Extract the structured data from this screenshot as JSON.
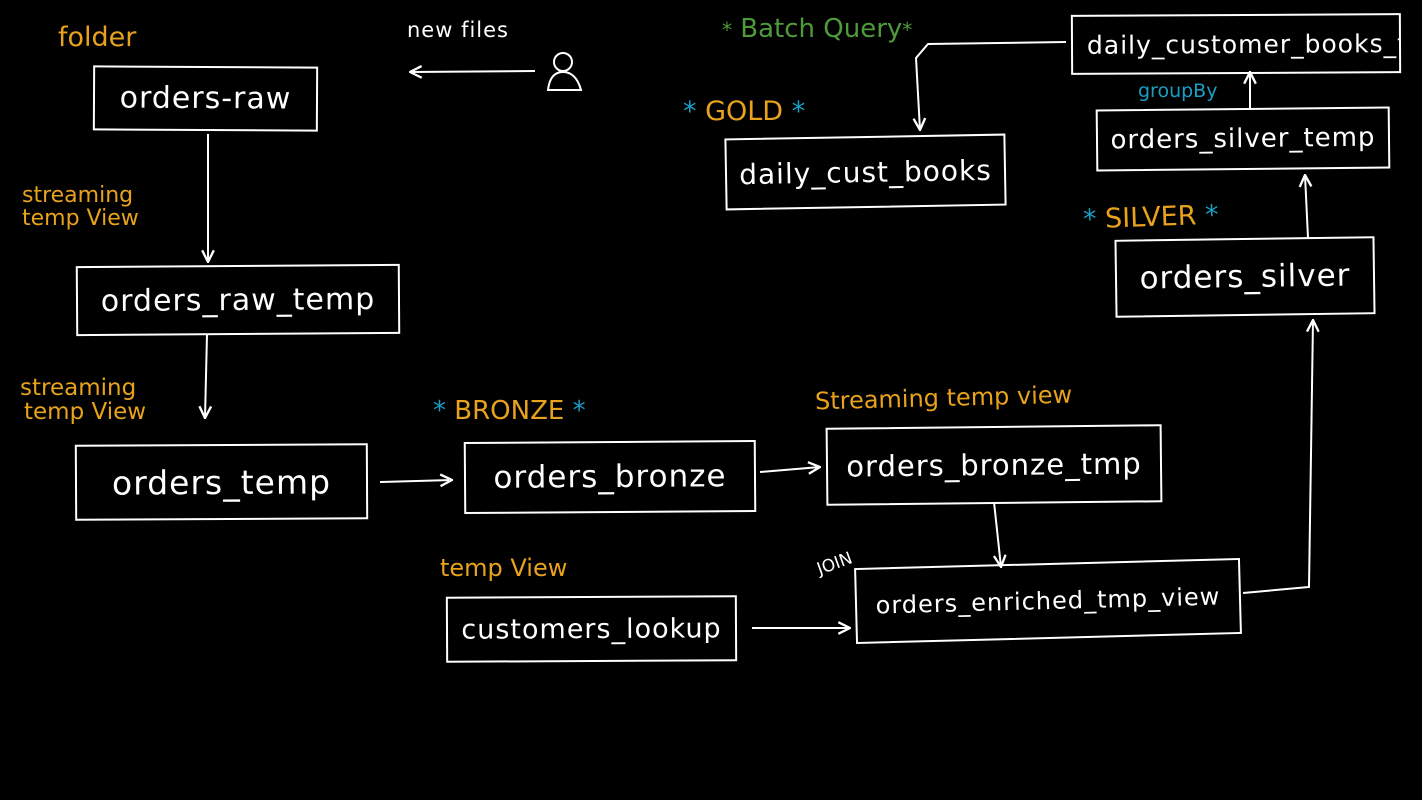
{
  "colors": {
    "background": "#000000",
    "box_stroke": "#ffffff",
    "label_orange": "#e8a21c",
    "label_teal": "#1a9fc4",
    "label_green": "#4f9a3a"
  },
  "nodes": {
    "orders_raw": "orders-raw",
    "orders_raw_temp": "orders_raw_temp",
    "orders_temp": "orders_temp",
    "orders_bronze": "orders_bronze",
    "orders_bronze_tmp": "orders_bronze_tmp",
    "customers_lookup": "customers_lookup",
    "orders_enriched_tmp_view": "orders_enriched_tmp_view",
    "orders_silver": "orders_silver",
    "orders_silver_temp": "orders_silver_temp",
    "daily_customer_books_tmp": "daily_customer_books_tmp",
    "daily_cust_books": "daily_cust_books"
  },
  "labels": {
    "folder": "folder",
    "new_files": "new files",
    "streaming_temp_view_1": [
      "streaming",
      "temp View"
    ],
    "streaming_temp_view_2": [
      "streaming",
      "temp View"
    ],
    "streaming_temp_view_3": "Streaming temp view",
    "temp_view": "temp View",
    "join": "JOIN",
    "group_by": "groupBy",
    "batch_query": "Batch Query",
    "bronze": "BRONZE",
    "silver": "SILVER",
    "gold": "GOLD"
  },
  "icons": {
    "user": "user-icon",
    "star": "asterisk-icon"
  }
}
